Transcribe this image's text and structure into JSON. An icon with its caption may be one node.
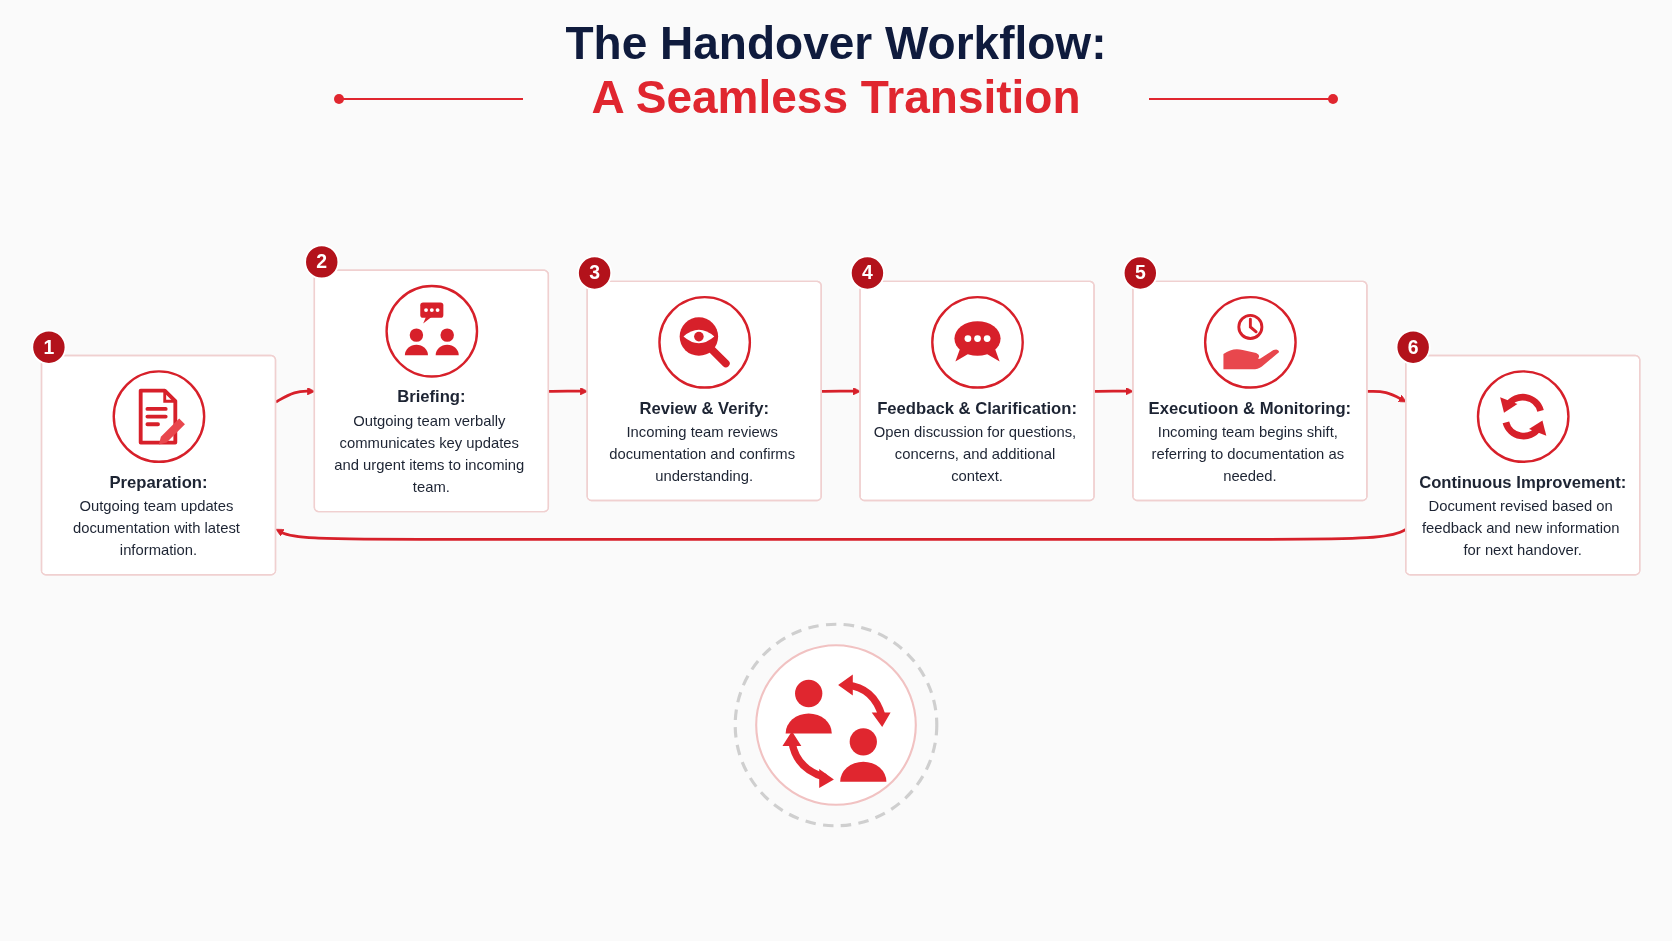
{
  "diagram": {
    "title": "The Handover Workflow: A Seamless Transition",
    "nodes": [
      {
        "text": [
          "Preparation:",
          "Outgoing team updates documentation with latest information."
        ],
        "beside": [
          "1"
        ]
      },
      {
        "text": [
          "Briefing:",
          "Outgoing team verbally communicates key updates and urgent items to incoming team."
        ],
        "beside": [
          "2"
        ]
      },
      {
        "text": [
          "Review & Verify:",
          "Incoming team reviews documentation and confirms understanding."
        ],
        "beside": [
          "3"
        ]
      },
      {
        "text": [
          "Feedback & Clarification:",
          "Open discussion for questions, concerns, and additional context."
        ],
        "beside": [
          "4"
        ]
      },
      {
        "text": [
          "Executioon & Monitoring:",
          "Incoming team begins shift, referring to documentation as needed."
        ],
        "beside": [
          "5"
        ]
      },
      {
        "text": [
          "Continuous Improvement:",
          "Document revised based on feedback and new information for next handover."
        ],
        "beside": [
          "6"
        ]
      }
    ],
    "edges": [
      {
        "from": 0,
        "to": 1,
        "arrow": "to"
      },
      {
        "from": 1,
        "to": 2,
        "arrow": "to"
      },
      {
        "from": 2,
        "to": 3,
        "arrow": "to"
      },
      {
        "from": 3,
        "to": 4,
        "arrow": "to"
      },
      {
        "from": 4,
        "to": 5,
        "arrow": "to"
      },
      {
        "from": 5,
        "to": 0,
        "arrow": "to"
      }
    ]
  }
}
